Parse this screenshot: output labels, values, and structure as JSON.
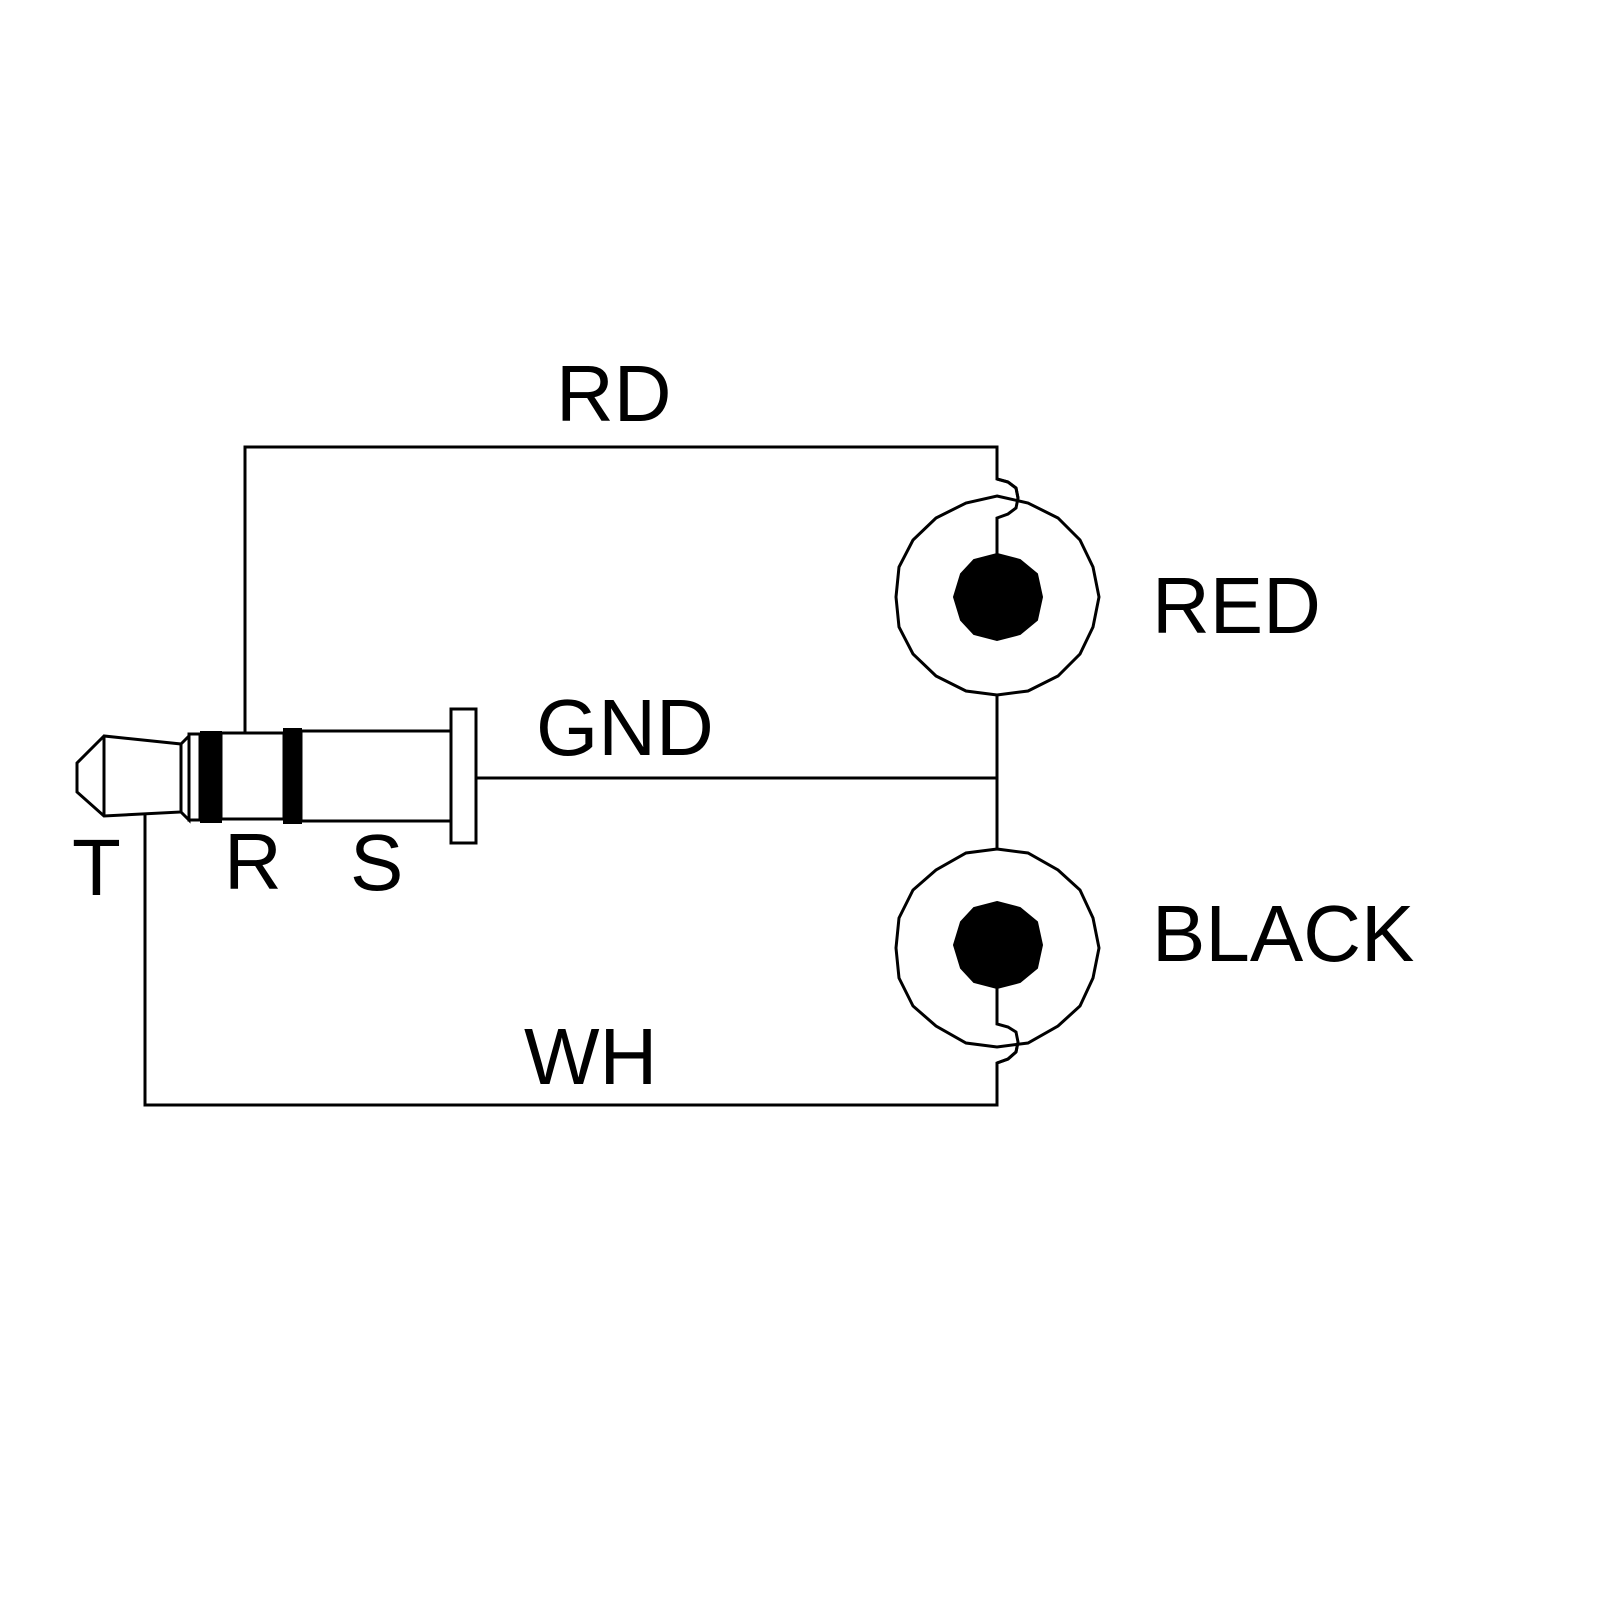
{
  "plug": {
    "tip_label": "T",
    "ring_label": "R",
    "sleeve_label": "S"
  },
  "wires": {
    "ring_wire_label": "RD",
    "ground_wire_label": "GND",
    "tip_wire_label": "WH"
  },
  "jacks": {
    "top_label": "RED",
    "bottom_label": "BLACK"
  },
  "colors": {
    "line": "#000000",
    "background": "#ffffff"
  }
}
